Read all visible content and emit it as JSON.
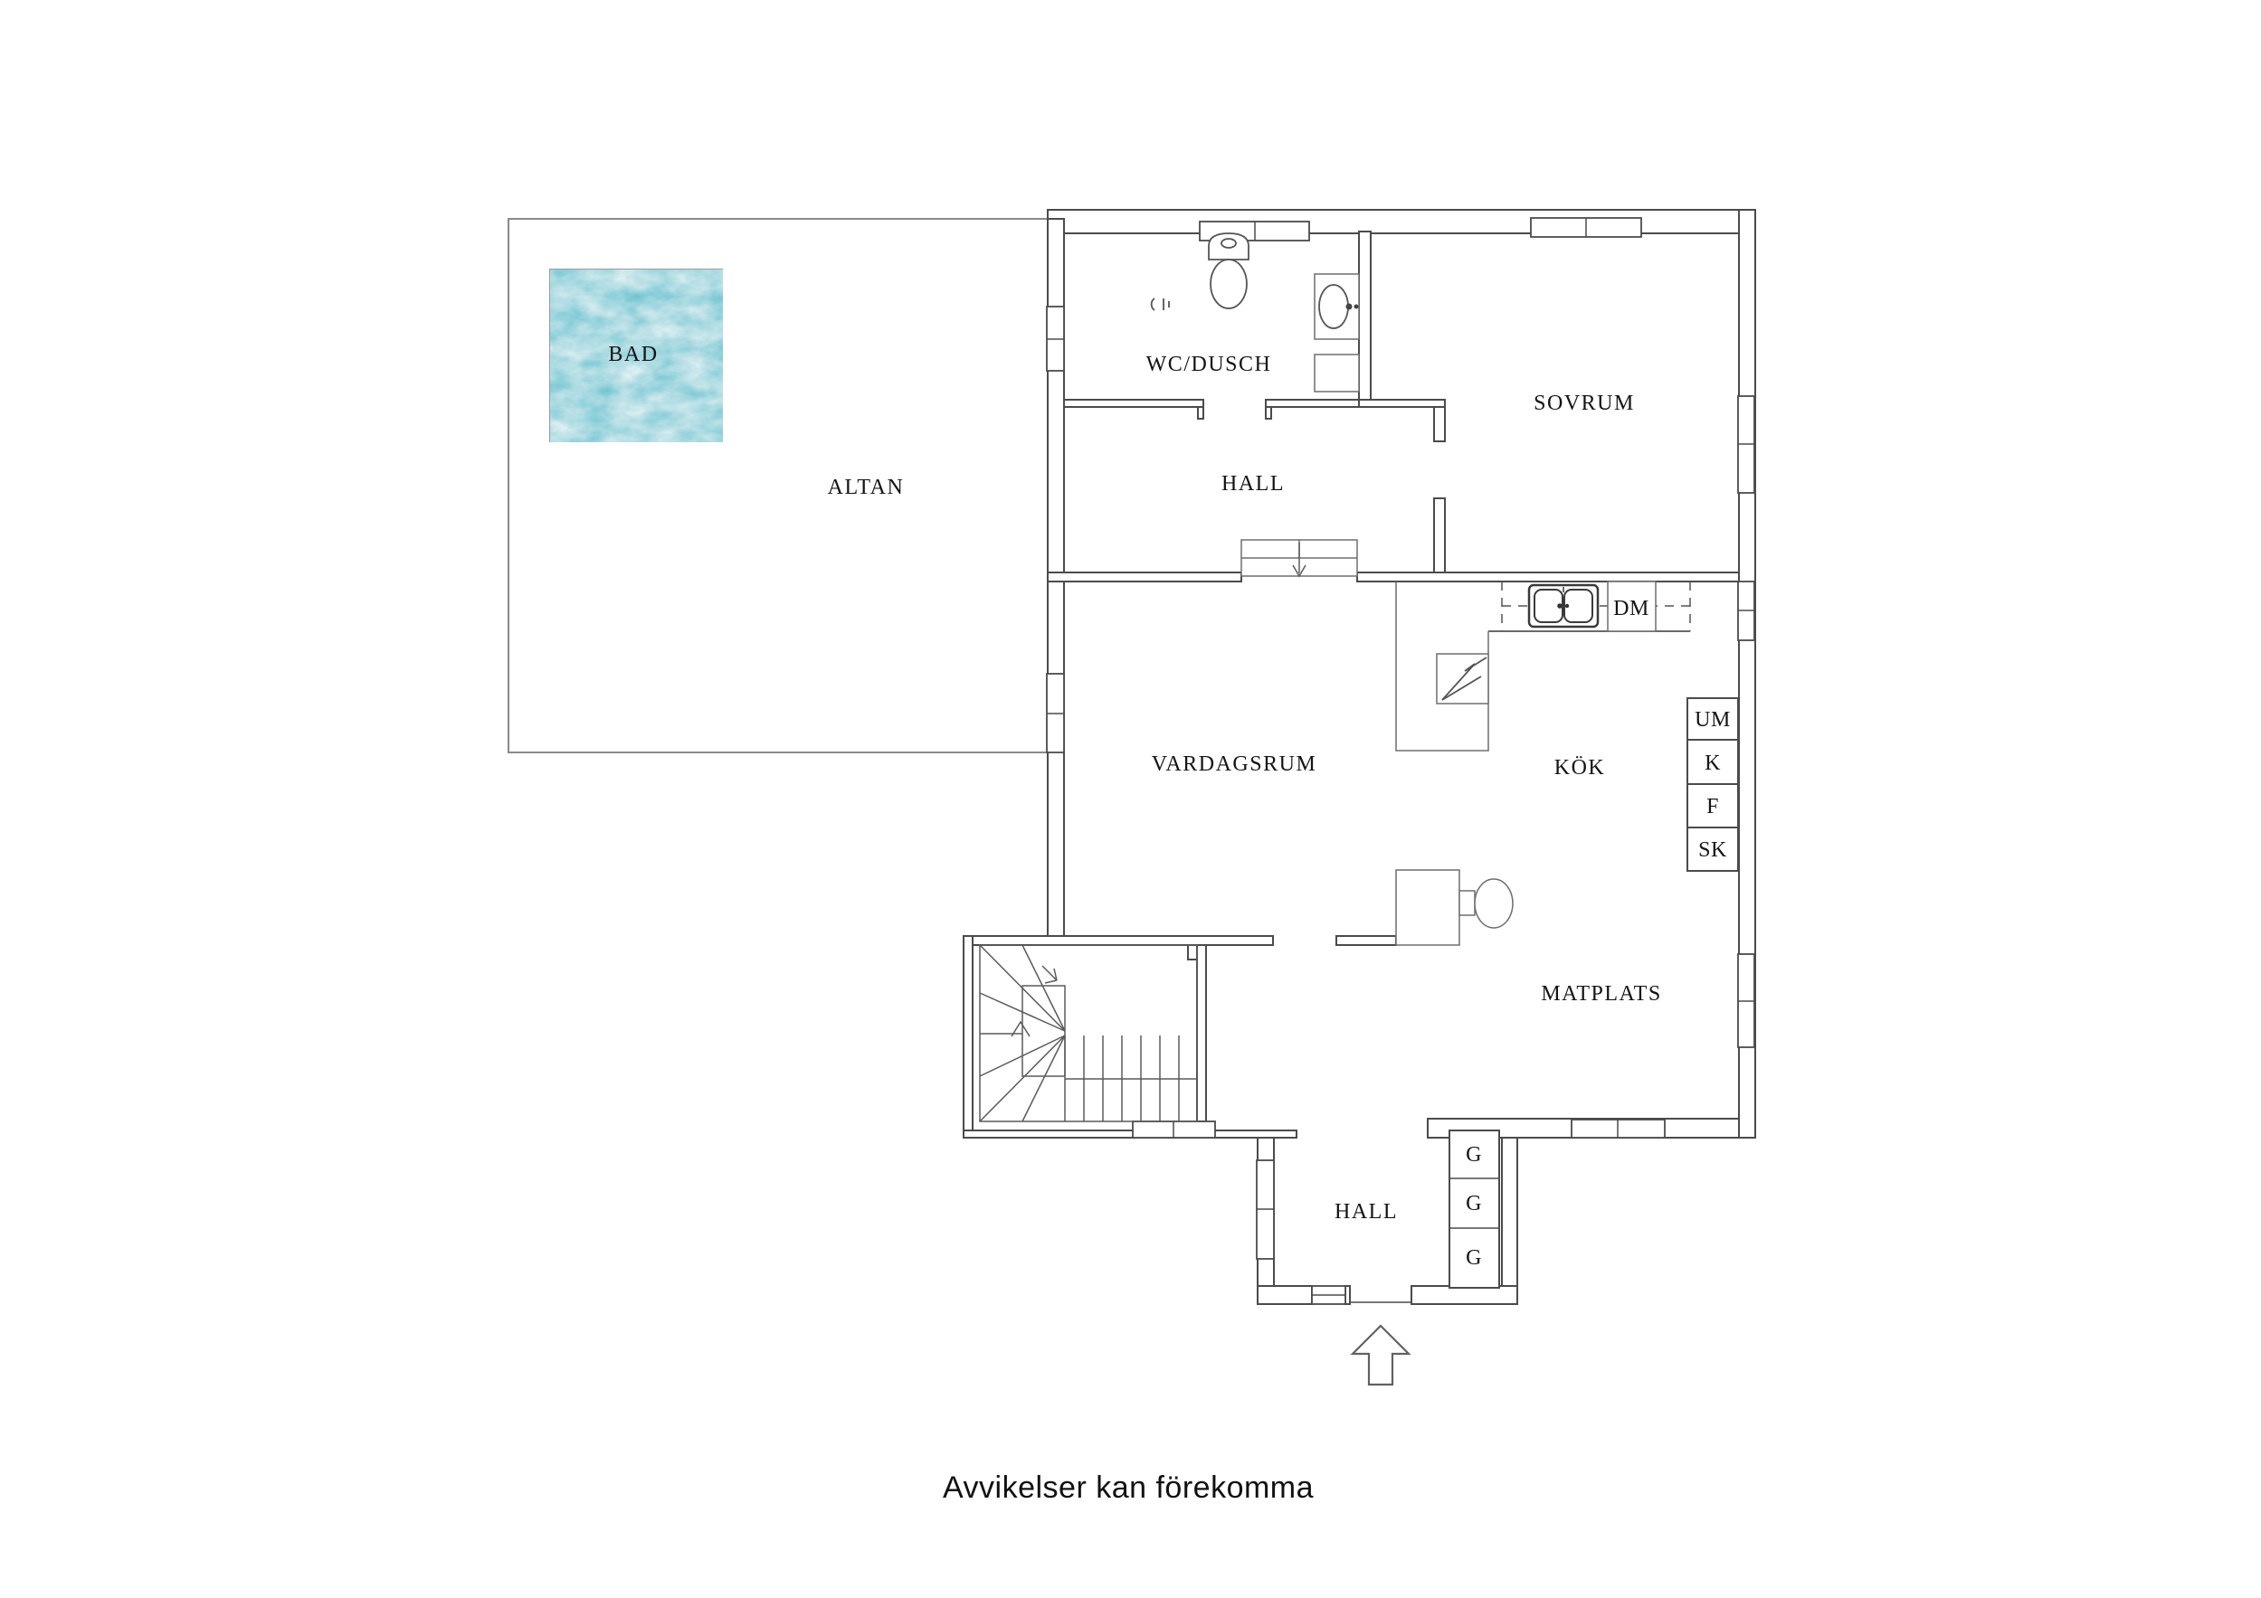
{
  "caption": "Avvikelser kan förekomma",
  "colors": {
    "wall_line": "#4b4b4b",
    "thin_line": "#6e6e6e",
    "pool_base": "#3f9db2",
    "text": "#141414"
  },
  "rooms": {
    "altan": "ALTAN",
    "bad": "BAD",
    "wc_dusch": "WC/DUSCH",
    "hall_upper": "HALL",
    "sovrum": "SOVRUM",
    "vardagsrum": "VARDAGSRUM",
    "kok": "KÖK",
    "matplats": "MATPLATS",
    "hall_lower": "HALL"
  },
  "cabinets": {
    "dm": "DM",
    "um": "UM",
    "k": "K",
    "f": "F",
    "sk": "SK",
    "g": "G"
  }
}
